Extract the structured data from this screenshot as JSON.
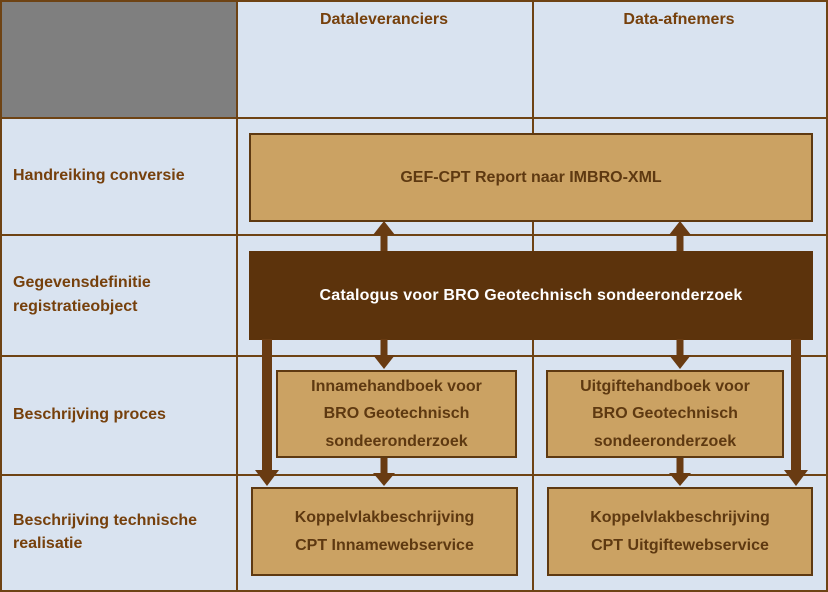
{
  "header": {
    "dataleveranciers": "Dataleveranciers",
    "data_afnemers": "Data-afnemers"
  },
  "row_labels": {
    "handreiking": "Handreiking conversie",
    "gegevensdefinitie": "Gegevensdefinitie\nregistratieobject",
    "proces": "Beschrijving proces",
    "technisch": "Beschrijving technische\nrealisatie"
  },
  "boxes": {
    "gef": "GEF-CPT Report naar IMBRO-XML",
    "catalogus": "Catalogus voor BRO Geotechnisch sondeeronderzoek",
    "innamehandboek": "Innamehandboek voor\nBRO Geotechnisch\nsondeeronderzoek",
    "uitgiftehandboek": "Uitgiftehandboek voor\nBRO Geotechnisch\nsondeeronderzoek",
    "koppelvlak_inname": "Koppelvlakbeschrijving\nCPT Innamewebservice",
    "koppelvlak_uitgifte": "Koppelvlakbeschrijving\nCPT Uitgiftewebservice"
  },
  "colors": {
    "background": "#d9e3f0",
    "gray_cell": "#7f7f7f",
    "tan_fill": "#cba263",
    "dark_brown_fill": "#5c330c",
    "arrow_brown": "#693b12",
    "grid_line": "#6e4314",
    "label_text": "#76400c",
    "box_text": "#5e3911",
    "white_text": "#ffffff"
  }
}
